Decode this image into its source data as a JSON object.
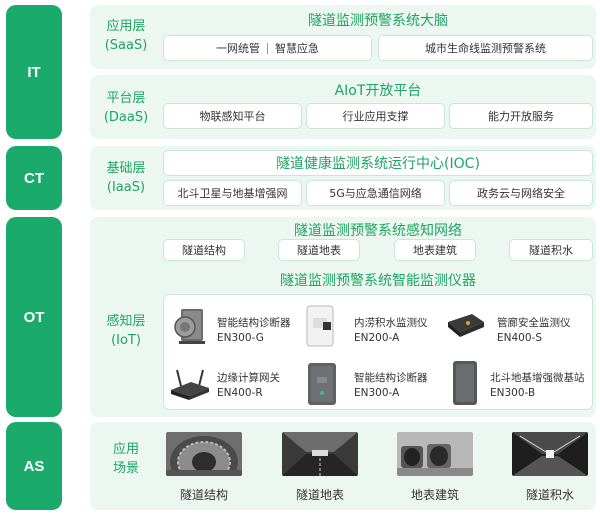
{
  "sidebar": {
    "it": "IT",
    "ct": "CT",
    "ot": "OT",
    "as": "AS"
  },
  "saas": {
    "label_1": "应用层",
    "label_2": "(SaaS)",
    "title": "隧道监测预警系统大脑",
    "item_1a": "一网统管",
    "item_1b": "智慧应急",
    "item_2": "城市生命线监测预警系统"
  },
  "daas": {
    "label_1": "平台层",
    "label_2": "(DaaS)",
    "title": "AIoT开放平台",
    "items": [
      "物联感知平台",
      "行业应用支撑",
      "能力开放服务"
    ]
  },
  "iaas": {
    "label_1": "基础层",
    "label_2": "(IaaS)",
    "title": "隧道健康监测系统运行中心(IOC)",
    "items": [
      "北斗卫星与地基增强网",
      "5G与应急通信网络",
      "政务云与网络安全"
    ]
  },
  "iot": {
    "label_1": "感知层",
    "label_2": "(IoT)",
    "network_title": "隧道监测预警系统感知网络",
    "network_items": [
      "隧道结构",
      "隧道地表",
      "地表建筑",
      "隧道积水"
    ],
    "instrument_title": "隧道监测预警系统智能监测仪器",
    "devices": [
      {
        "name": "智能结构诊断器",
        "model": "EN300-G"
      },
      {
        "name": "内涝积水监测仪",
        "model": "EN200-A"
      },
      {
        "name": "管廊安全监测仪",
        "model": "EN400-S"
      },
      {
        "name": "边缘计算网关",
        "model": "EN400-R"
      },
      {
        "name": "智能结构诊断器",
        "model": "EN300-A"
      },
      {
        "name": "北斗地基增强微基站",
        "model": "EN300-B"
      }
    ]
  },
  "scenes": {
    "label_1": "应用",
    "label_2": "场景",
    "items": [
      "隧道结构",
      "隧道地表",
      "地表建筑",
      "隧道积水"
    ]
  }
}
